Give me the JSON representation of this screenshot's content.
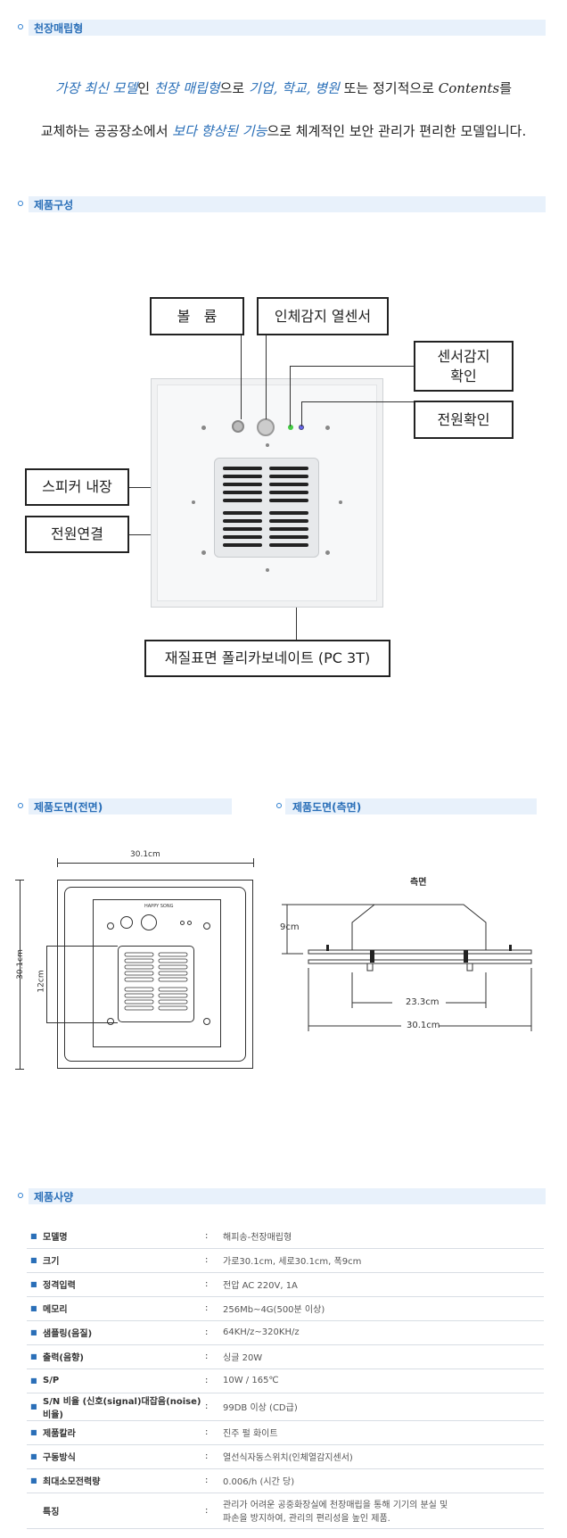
{
  "sections": {
    "s1": "천장매립형",
    "s2": "제품구성",
    "s3": "제품도면(전면)",
    "s4": "제품도면(측면)",
    "s5": "제품사양"
  },
  "intro": {
    "l1": [
      "가장 최신 모델",
      "인 ",
      "천장 매립형",
      "으로 ",
      "기업, 학교, 병원",
      " 또는 정기적으로 ",
      "Contents",
      "를"
    ],
    "l2": [
      "교체하는 공공장소에서 ",
      "보다 향상된 기능",
      "으로 체계적인 보안 관리가 편리한 모델입니다."
    ]
  },
  "callouts": {
    "volume": "볼   륨",
    "pir": "인체감지 열센서",
    "sensor_check": "센서감지\n확인",
    "power_check": "전원확인",
    "speaker": "스피커 내장",
    "power_conn": "전원연결",
    "material": "재질표면 폴리카보네이트 (PC 3T)"
  },
  "front_drawing": {
    "width": "30.1cm",
    "height": "30.1cm",
    "inner": "12cm",
    "brand": "HAPPY SONG"
  },
  "side_drawing": {
    "title": "측면",
    "depth": "9cm",
    "inner_width": "23.3cm",
    "outer_width": "30.1cm"
  },
  "specs": [
    {
      "label": "모델명",
      "value": "해피송-천장매립형"
    },
    {
      "label": "크기",
      "value": "가로30.1cm, 세로30.1cm, 폭9cm"
    },
    {
      "label": "정격입력",
      "value": "전압 AC 220V, 1A"
    },
    {
      "label": "메모리",
      "value": "256Mb~4G(500분 이상)"
    },
    {
      "label": "샘플링(음질)",
      "value": "64KH/z~320KH/z"
    },
    {
      "label": "출력(음향)",
      "value": "싱글 20W"
    },
    {
      "label": "S/P",
      "value": "10W / 165℃"
    },
    {
      "label": "S/N 비율 (신호(signal)대잡음(noise)비율)",
      "value": "99DB 이상 (CD급)"
    },
    {
      "label": "제품칼라",
      "value": "진주 펄 화이트"
    },
    {
      "label": "구동방식",
      "value": "열선식자동스위치(인체열감지센서)"
    },
    {
      "label": "최대소모전력량",
      "value": "0.006/h (시간 당)"
    },
    {
      "label": "특징",
      "value": "관리가 어려운 공중화장실에 천장매립을 통해 기기의 분실 및\n파손을 방지하여, 관리의 편리성을 높인 제품."
    }
  ],
  "spec_colon": ":",
  "spec_bullet": "■"
}
